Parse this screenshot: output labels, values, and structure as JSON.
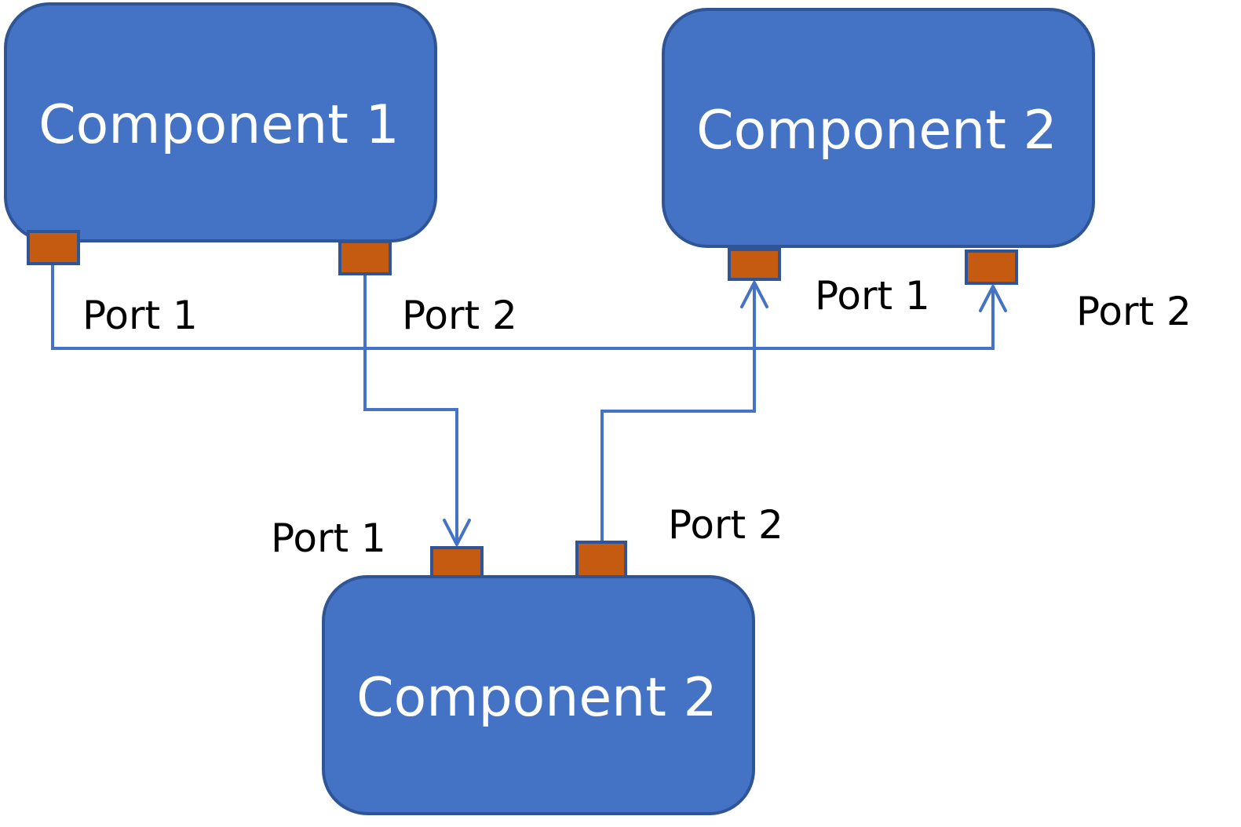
{
  "components": {
    "top_left": {
      "title": "Component 1",
      "port1_label": "Port 1",
      "port2_label": "Port 2"
    },
    "top_right": {
      "title": "Component 2",
      "port1_label": "Port 1",
      "port2_label": "Port 2"
    },
    "bottom": {
      "title": "Component 2",
      "port1_label": "Port 1",
      "port2_label": "Port 2"
    }
  },
  "colors": {
    "component_fill": "#4472C4",
    "component_border": "#2F5597",
    "port_fill": "#C55A11",
    "connector": "#4472C4",
    "title_text": "#FFFFFF",
    "label_text": "#000000"
  }
}
